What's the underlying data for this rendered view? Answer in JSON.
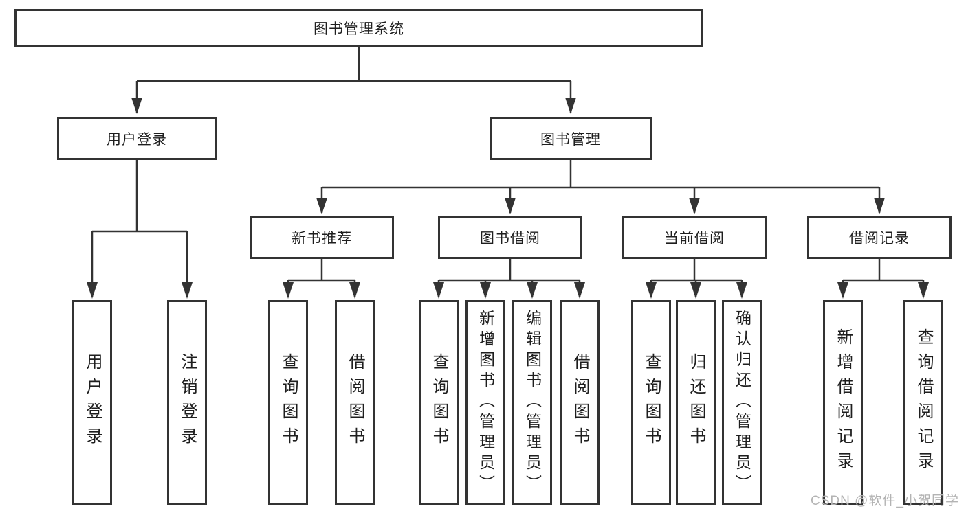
{
  "tree": {
    "root": {
      "label": "图书管理系统"
    },
    "login_branch": {
      "label": "用户登录",
      "children": [
        {
          "label": "用户登录"
        },
        {
          "label": "注销登录"
        }
      ]
    },
    "mgmt_branch": {
      "label": "图书管理",
      "modules": [
        {
          "label": "新书推荐",
          "children": [
            {
              "label": "查询图书"
            },
            {
              "label": "借阅图书"
            }
          ]
        },
        {
          "label": "图书借阅",
          "children": [
            {
              "label": "查询图书"
            },
            {
              "label": "新增图书（管理员）"
            },
            {
              "label": "编辑图书（管理员）"
            },
            {
              "label": "借阅图书"
            }
          ]
        },
        {
          "label": "当前借阅",
          "children": [
            {
              "label": "查询图书"
            },
            {
              "label": "归还图书"
            },
            {
              "label": "确认归还（管理员）"
            }
          ]
        },
        {
          "label": "借阅记录",
          "children": [
            {
              "label": "新增借阅记录"
            },
            {
              "label": "查询借阅记录"
            }
          ]
        }
      ]
    }
  },
  "watermark": {
    "text": "CSDN @软件_小贺同学"
  },
  "colors": {
    "line": "#333333",
    "text": "#1e1e1e",
    "watermark": "#b3b3b3",
    "background": "#ffffff"
  }
}
